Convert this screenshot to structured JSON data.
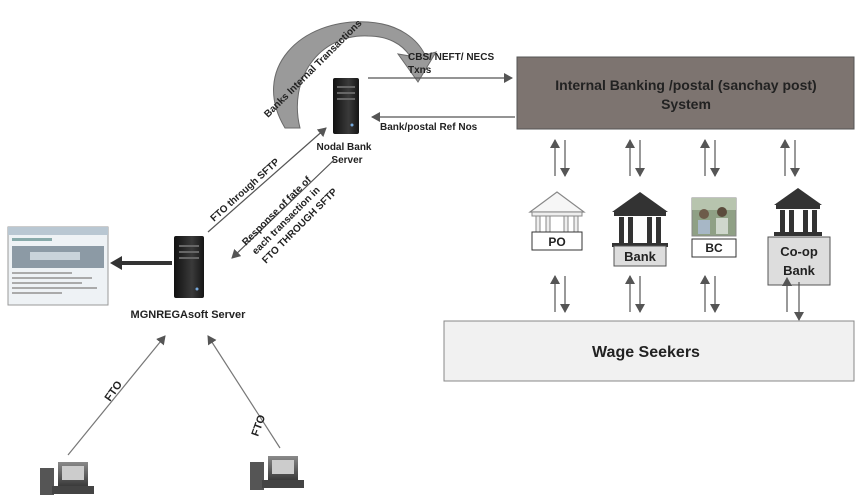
{
  "labels": {
    "banks_internal": "Banks Internal Transactions",
    "cbs": "CBS/ NEFT/ NECS",
    "txns": "Txns",
    "ref_nos": "Bank/postal Ref Nos",
    "nodal_1": "Nodal Bank",
    "nodal_2": "Server",
    "fto_sftp": "FTO through SFTP",
    "response_1": "Response of fate of",
    "response_2": "each transaction in",
    "response_3": "FTO THROUGH SFTP",
    "mgnrega": "MGNREGAsoft Server",
    "fto_left": "FTO",
    "fto_right": "FTO"
  },
  "system_box": {
    "line1": "Internal Banking /postal (sanchay  post)",
    "line2": "System"
  },
  "channels": {
    "po": "PO",
    "bank": "Bank",
    "bc": "BC",
    "coop_1": "Co-op",
    "coop_2": "Bank"
  },
  "wage_box": "Wage Seekers",
  "colors": {
    "system_fill": "#7d7470",
    "wage_fill": "#f1f1f1",
    "arrow": "#555555",
    "curve_fill": "#9a9a9a",
    "bank_icon": "#333333"
  },
  "icons": [
    "server-icon",
    "computer-icon",
    "bank-building-icon",
    "post-office-icon",
    "browser-screenshot",
    "photo-thumbnail",
    "arrow-icon"
  ]
}
